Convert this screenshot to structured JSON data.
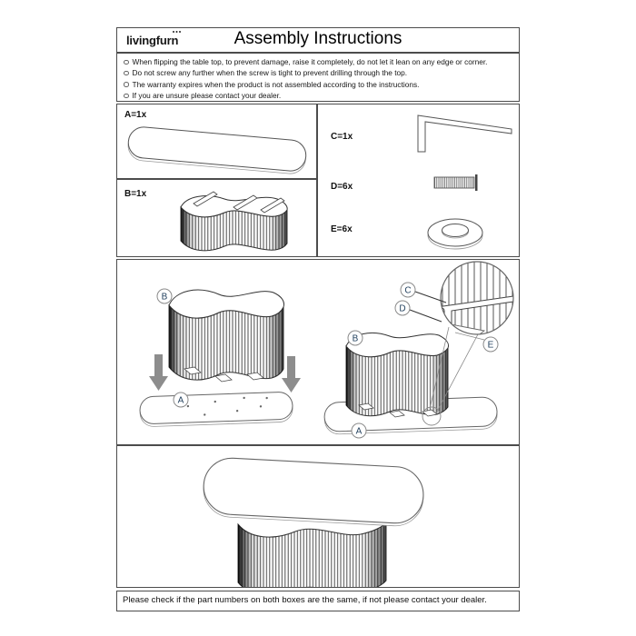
{
  "header": {
    "logo": "livingfurn",
    "title": "Assembly Instructions"
  },
  "notices": [
    "When flipping the table top, to prevent damage, raise it completely, do not let it lean on any edge or corner.",
    "Do not screw any further when the screw is tight to prevent drilling through the top.",
    "The warranty expires when the product is not assembled according to the instructions.",
    "If you are unsure please contact your dealer."
  ],
  "parts": {
    "a_label": "A=1x",
    "b_label": "B=1x",
    "c_label": "C=1x",
    "d_label": "D=6x",
    "e_label": "E=6x"
  },
  "diagram_labels": {
    "a": "A",
    "b": "B",
    "c": "C",
    "d": "D",
    "e": "E"
  },
  "footer": "Please check if the part numbers on both boxes are the same, if not please contact your dealer.",
  "colors": {
    "line": "#444444",
    "arrow": "#8d8d8d",
    "border": "#4c4c4c"
  }
}
